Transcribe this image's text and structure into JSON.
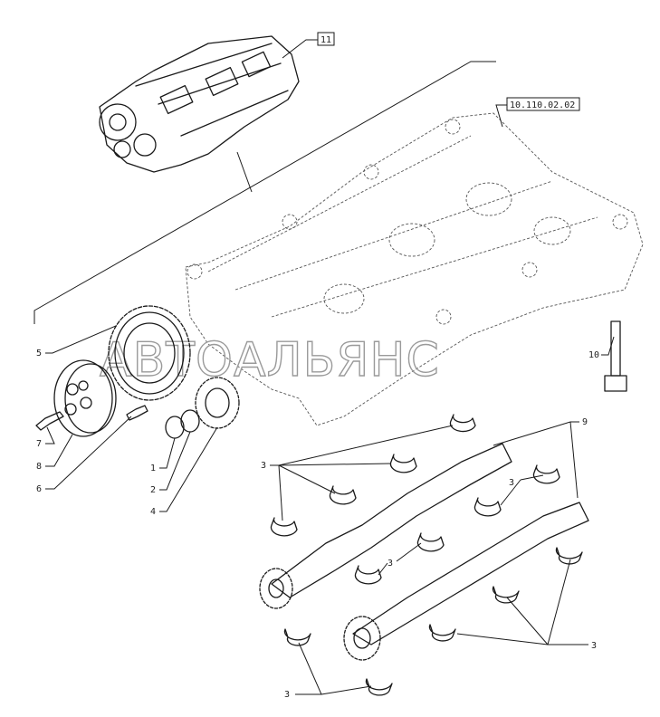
{
  "refs": {
    "top_assembly_ref": "11",
    "housing_ref": "10.110.02.02"
  },
  "callouts": {
    "c1": "1",
    "c2": "2",
    "c3": "3",
    "c4": "4",
    "c5": "5",
    "c6": "6",
    "c7": "7",
    "c8": "8",
    "c9": "9",
    "c10": "10"
  },
  "watermark": "АВТОАЛЬЯНС"
}
